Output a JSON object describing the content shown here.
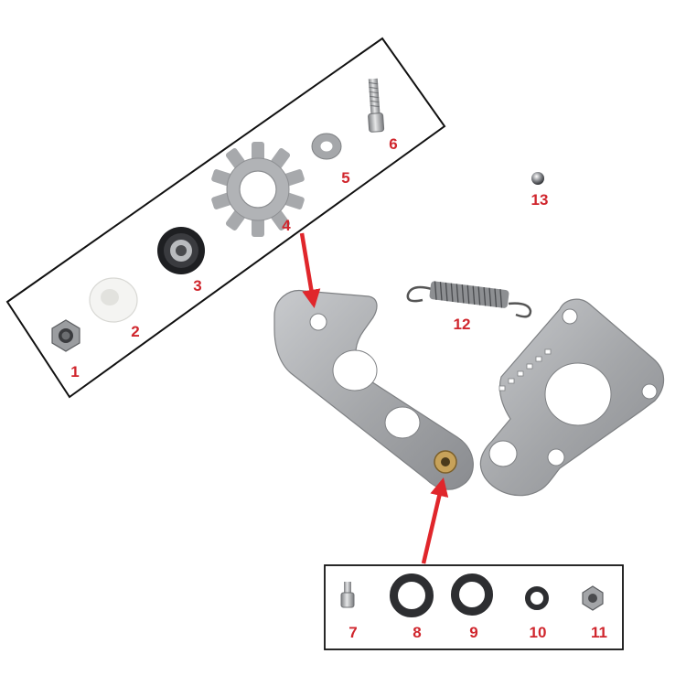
{
  "label_color": "#d0262d",
  "arrow_color": "#e0262b",
  "metal_color": "#a9abae",
  "parts": [
    {
      "id": "1",
      "label": "1",
      "name": "lock-nut"
    },
    {
      "id": "2",
      "label": "2",
      "name": "nylon-bushing"
    },
    {
      "id": "3",
      "label": "3",
      "name": "bearing"
    },
    {
      "id": "4",
      "label": "4",
      "name": "sprocket"
    },
    {
      "id": "5",
      "label": "5",
      "name": "washer"
    },
    {
      "id": "6",
      "label": "6",
      "name": "bolt"
    },
    {
      "id": "7",
      "label": "7",
      "name": "short-bolt"
    },
    {
      "id": "8",
      "label": "8",
      "name": "rubber-washer-large"
    },
    {
      "id": "9",
      "label": "9",
      "name": "rubber-washer-large"
    },
    {
      "id": "10",
      "label": "10",
      "name": "rubber-washer-small"
    },
    {
      "id": "11",
      "label": "11",
      "name": "hex-nut"
    },
    {
      "id": "12",
      "label": "12",
      "name": "tension-spring"
    },
    {
      "id": "13",
      "label": "13",
      "name": "steel-ball"
    }
  ]
}
